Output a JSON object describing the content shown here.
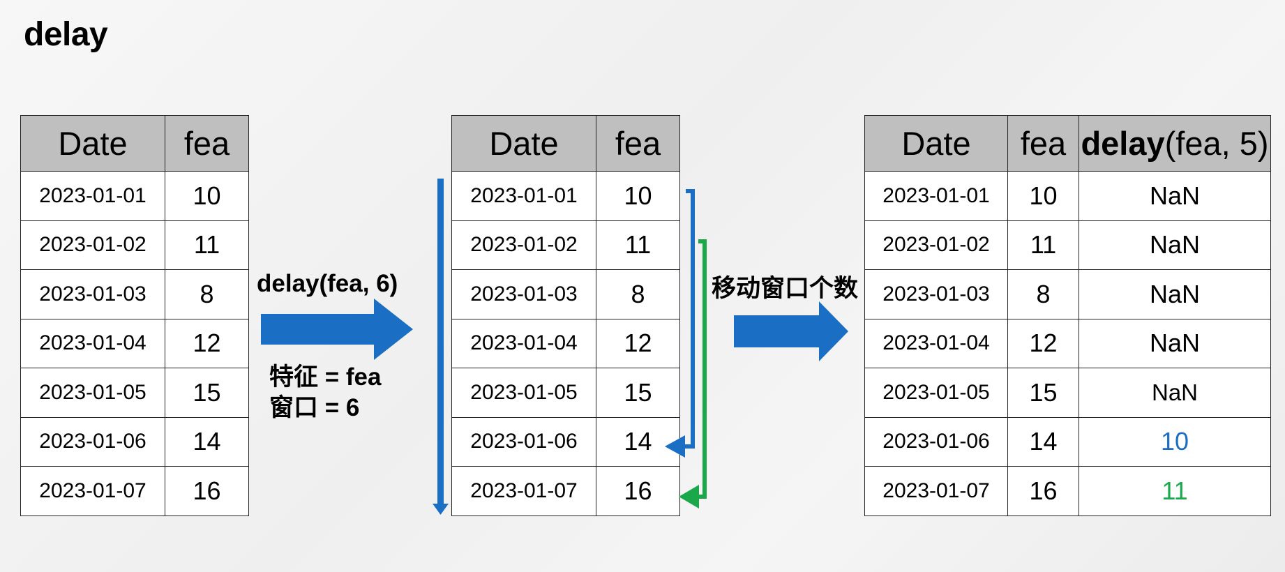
{
  "title": "delay",
  "table_left": {
    "headers": [
      "Date",
      "fea"
    ],
    "rows": [
      [
        "2023-01-01",
        "10"
      ],
      [
        "2023-01-02",
        "11"
      ],
      [
        "2023-01-03",
        "8"
      ],
      [
        "2023-01-04",
        "12"
      ],
      [
        "2023-01-05",
        "15"
      ],
      [
        "2023-01-06",
        "14"
      ],
      [
        "2023-01-07",
        "16"
      ]
    ]
  },
  "operation": {
    "label": "delay(fea, 6)",
    "param_feature": "特征 = fea",
    "param_window": "窗口 = 6"
  },
  "table_middle": {
    "headers": [
      "Date",
      "fea"
    ],
    "rows": [
      [
        "2023-01-01",
        "10"
      ],
      [
        "2023-01-02",
        "11"
      ],
      [
        "2023-01-03",
        "8"
      ],
      [
        "2023-01-04",
        "12"
      ],
      [
        "2023-01-05",
        "15"
      ],
      [
        "2023-01-06",
        "14"
      ],
      [
        "2023-01-07",
        "16"
      ]
    ]
  },
  "shift_label": "移动窗口个数",
  "table_right": {
    "headers": [
      "Date",
      "fea"
    ],
    "result_header_bold": "delay",
    "result_header_rest": "(fea, 5)",
    "rows": [
      [
        "2023-01-01",
        "10",
        "NaN"
      ],
      [
        "2023-01-02",
        "11",
        "NaN"
      ],
      [
        "2023-01-03",
        "8",
        "NaN"
      ],
      [
        "2023-01-04",
        "12",
        "NaN"
      ],
      [
        "2023-01-05",
        "15",
        "NaN"
      ],
      [
        "2023-01-06",
        "14",
        "10"
      ],
      [
        "2023-01-07",
        "16",
        "11"
      ]
    ]
  },
  "colors": {
    "arrow_blue": "#1a6fc4",
    "arrow_green": "#1aa84b",
    "header_gray": "#bfbfbf"
  }
}
